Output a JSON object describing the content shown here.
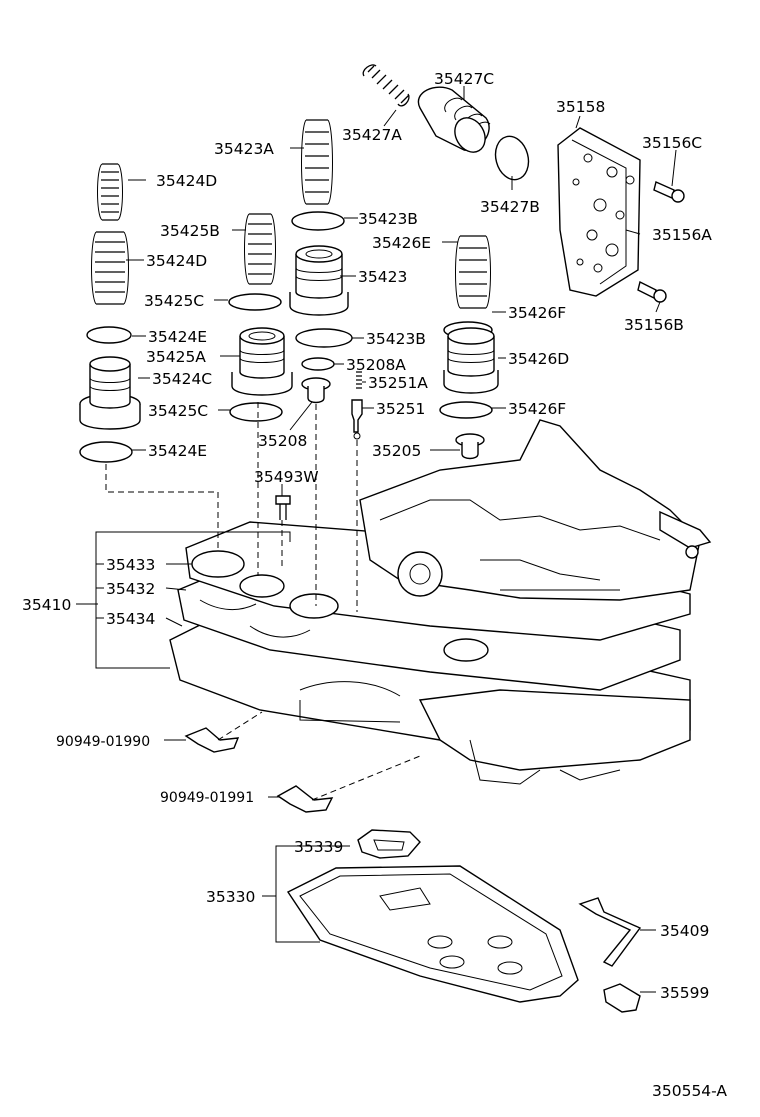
{
  "callouts": {
    "c35427C": "35427C",
    "c35427A": "35427A",
    "c35427B": "35427B",
    "c35158": "35158",
    "c35156C": "35156C",
    "c35156A": "35156A",
    "c35156B": "35156B",
    "c35423A": "35423A",
    "c35424D_1": "35424D",
    "c35424D_2": "35424D",
    "c35425B": "35425B",
    "c35423B_1": "35423B",
    "c35423": "35423",
    "c35426E": "35426E",
    "c35425C_1": "35425C",
    "c35426F_1": "35426F",
    "c35424E_1": "35424E",
    "c35423B_2": "35423B",
    "c35425A": "35425A",
    "c35426D": "35426D",
    "c35208A": "35208A",
    "c35424C": "35424C",
    "c35251A": "35251A",
    "c35425C_2": "35425C",
    "c35251": "35251",
    "c35426F_2": "35426F",
    "c35208": "35208",
    "c35205": "35205",
    "c35424E_2": "35424E",
    "c35493W": "35493W",
    "c35433": "35433",
    "c35432": "35432",
    "c35410": "35410",
    "c35434": "35434",
    "c90949_01990": "90949-01990",
    "c90949_01991": "90949-01991",
    "c35339": "35339",
    "c35330": "35330",
    "c35409": "35409",
    "c35599": "35599"
  },
  "figure_id": "350554-A"
}
